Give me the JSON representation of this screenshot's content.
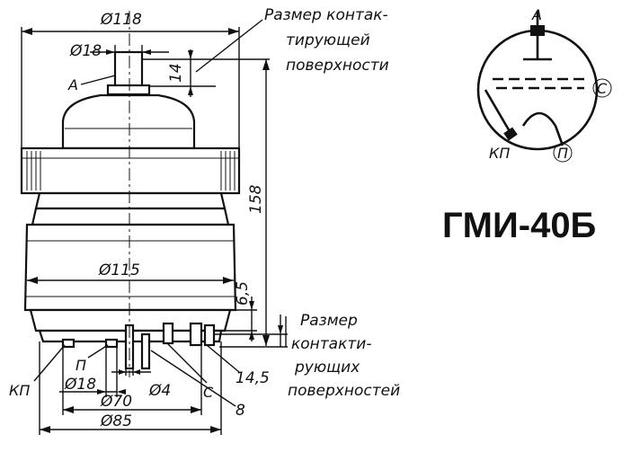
{
  "diagram": {
    "model_name": "ГМИ-40Б",
    "dimensions": {
      "d_top": "Ø118",
      "d_anode": "Ø18",
      "h_contact_top": "14",
      "height": "158",
      "d_body": "Ø115",
      "h_65": "6,5",
      "h_145": "14,5",
      "d_pin18": "Ø18",
      "d_pin4": "Ø4",
      "d_70": "Ø70",
      "d_85": "Ø85",
      "dim_8": "8"
    },
    "notes": {
      "top_line1": "Размер контак-",
      "top_line2": "тирующей",
      "top_line3": "поверхности",
      "bottom_line1": "Размер",
      "bottom_line2": "контакти-",
      "bottom_line3": "рующих",
      "bottom_line4": "поверхностей"
    },
    "labels": {
      "anode": "А",
      "cathode_pin": "КП",
      "filament_pin": "П",
      "grid_pin": "С"
    },
    "schematic": {
      "anode": "А",
      "grid": "С",
      "filament": "П",
      "cathode": "КП"
    }
  }
}
